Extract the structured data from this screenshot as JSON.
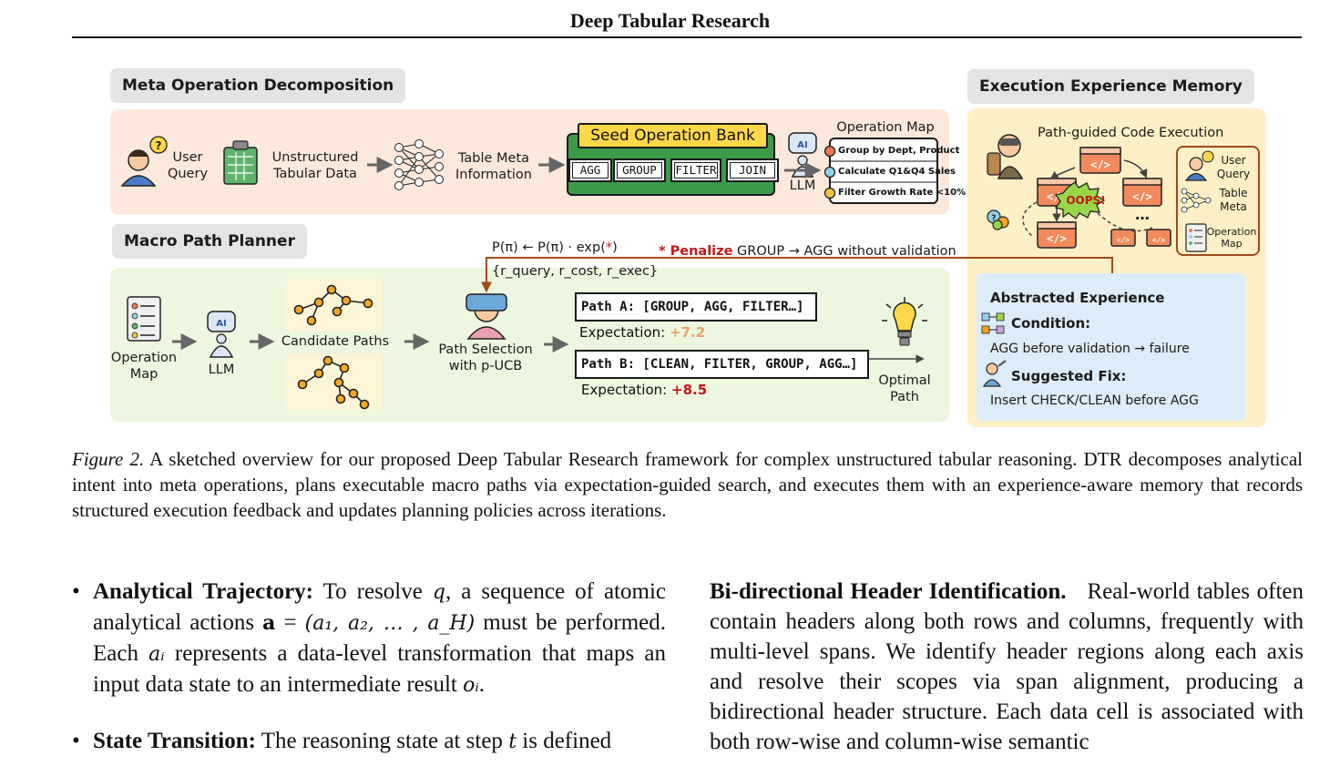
{
  "running_title": "Deep Tabular Research",
  "figure": {
    "meta_op": {
      "label": "Meta Operation Decomposition",
      "user_query": "User\nQuery",
      "unstructured": "Unstructured\nTabular Data",
      "table_meta": "Table Meta\nInformation",
      "seed_bank_title": "Seed Operation Bank",
      "ops": [
        "AGG",
        "GROUP",
        "FILTER",
        "JOIN"
      ],
      "llm": "LLM",
      "operation_map_title": "Operation Map",
      "operation_map_items": [
        "Group by Dept, Product",
        "Calculate Q1&Q4 Sales",
        "Filter Growth Rate <10%"
      ],
      "dot_colors": [
        "#f2774a",
        "#8fd1e8",
        "#f5c23a"
      ]
    },
    "macro": {
      "label": "Macro Path Planner",
      "formula": "P(π) ← P(π) · exp(",
      "formula_star": "*",
      "formula_end": ")",
      "rewards": "{r_query, r_cost, r_exec}",
      "penalize_star": "* Penalize",
      "penalize_text": "GROUP → AGG without validation",
      "operation_map": "Operation\nMap",
      "llm": "LLM",
      "candidate_paths": "Candidate Paths",
      "path_selection": "Path Selection\nwith p-UCB",
      "path_a": "Path A: [GROUP, AGG, FILTER…]",
      "path_a_expect_label": "Expectation:",
      "path_a_expect_value": "+7.2",
      "path_b": "Path B: [CLEAN, FILTER, GROUP, AGG…]",
      "path_b_expect_label": "Expectation:",
      "path_b_expect_value": "+8.5",
      "optimal_path": "Optimal\nPath"
    },
    "memory": {
      "label": "Execution Experience Memory",
      "code_exec": "Path-guided Code Execution",
      "oops": "OOPS!",
      "ellipsis": "…",
      "side_user_query": "User\nQuery",
      "side_table_meta": "Table\nMeta",
      "side_operation_map": "Operation\nMap",
      "abstracted_title": "Abstracted Experience",
      "condition_label": "Condition:",
      "condition_text": "AGG before validation → failure",
      "fix_label": "Suggested Fix:",
      "fix_text": "Insert CHECK/CLEAN before AGG"
    },
    "colors": {
      "meta_panel": "#fde9dc",
      "macro_panel": "#edf6df",
      "memory_panel": "#fdefc6",
      "abstract_box": "#dcecf9",
      "bank_green": "#3c9a48",
      "penalty_red": "#c01818",
      "arrow_brown": "#a04a1a"
    }
  },
  "caption": {
    "label": "Figure 2.",
    "text": " A sketched overview for our proposed Deep Tabular Research framework for complex unstructured tabular reasoning. DTR decomposes analytical intent into meta operations, plans executable macro paths via expectation-guided search, and executes them with an experience-aware memory that records structured execution feedback and updates planning policies across iterations."
  },
  "left_column": {
    "bullet": "•",
    "item1_title": "Analytical Trajectory:",
    "item1_t1": " To resolve ",
    "item1_m1": "q",
    "item1_t2": ", a sequence of atomic analytical actions ",
    "item1_m2": "a",
    "item1_t3": " = ",
    "item1_m3": "(a₁, a₂, … , a_H)",
    "item1_t4": " must be performed. Each ",
    "item1_m4": "aᵢ",
    "item1_t5": " represents a data-level transformation that maps an input data state to an intermediate result ",
    "item1_m5": "oᵢ",
    "item1_t6": ".",
    "item2_title": "State Transition:",
    "item2_t1": " The reasoning state at step ",
    "item2_m1": "t",
    "item2_t2": " is defined"
  },
  "right_column": {
    "heading": "Bi-directional Header Identification.",
    "text": "Real-world tables often contain headers along both rows and columns, frequently with multi-level spans. We identify header regions along each axis and resolve their scopes via span alignment, producing a bidirectional header structure. Each data cell is associated with both row-wise and column-wise semantic"
  }
}
